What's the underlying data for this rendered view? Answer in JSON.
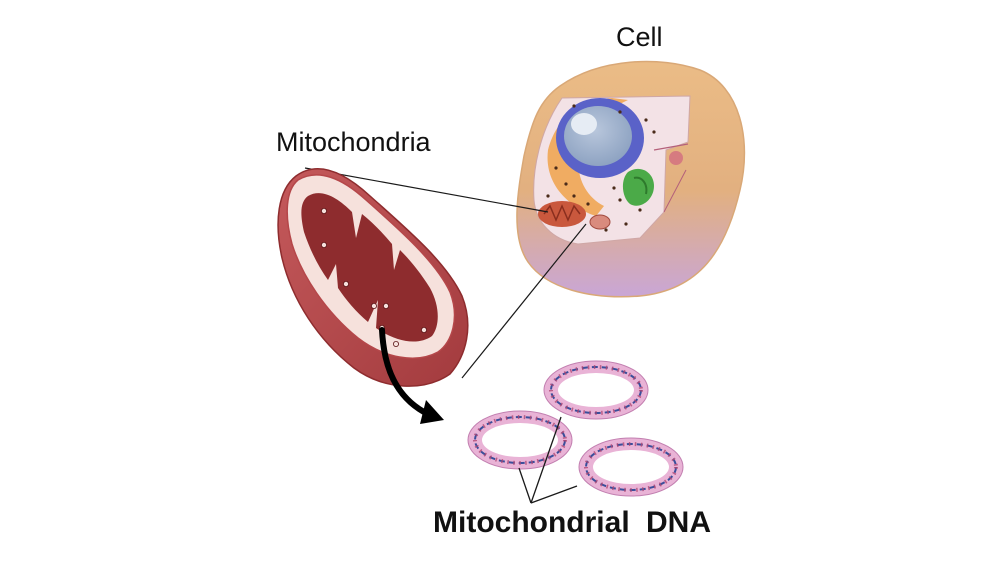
{
  "labels": {
    "cell": "Cell",
    "mitochondria": "Mitochondria",
    "mitochondrial_dna": "Mitochondrial  DNA"
  },
  "colors": {
    "cell_membrane": "#E7B27A",
    "cell_lower": "#C9A6D6",
    "nucleus_envelope": "#5A62C8",
    "nucleolus": "#9BAFCB",
    "mito_outer": "#B5474A",
    "mito_inner": "#8E2C2E",
    "mito_cut_face": "#F6E1DC",
    "dna_ring": "#E9B3D6",
    "dna_strand": "#3A4E9A",
    "dna_rungs": "#B04874",
    "leader_line": "#1A1A1A"
  },
  "icons": [
    "cell-icon",
    "mitochondrion-icon",
    "dna-ring-icon",
    "curved-arrow-icon"
  ]
}
